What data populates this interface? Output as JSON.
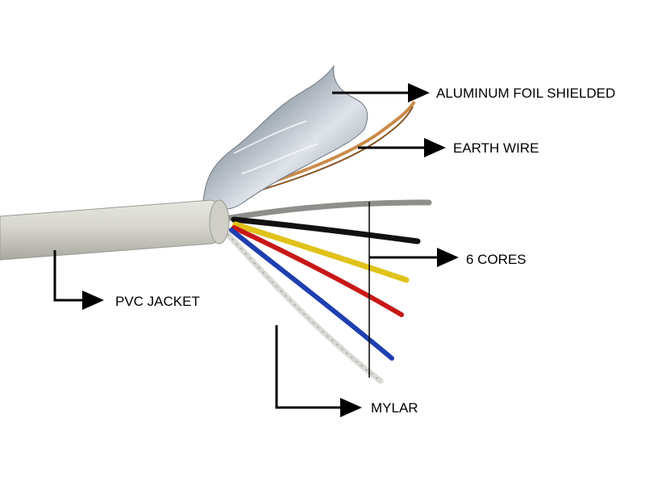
{
  "labels": {
    "foil": "ALUMINUM FOIL SHIELDED",
    "earth": "EARTH WIRE",
    "cores": "6 CORES",
    "pvc": "PVC JACKET",
    "mylar": "MYLAR"
  },
  "colors": {
    "background": "#ffffff",
    "jacket": "#d4d4cc",
    "foil": "#b9bfc6",
    "earth_wire": "#c98a4a",
    "arrow": "#000000",
    "core_grey": "#8e8e8a",
    "core_black": "#111111",
    "core_yellow": "#e0c21a",
    "core_red": "#c81818",
    "core_blue": "#1f3fb0",
    "core_white": "#e6e6e2"
  }
}
